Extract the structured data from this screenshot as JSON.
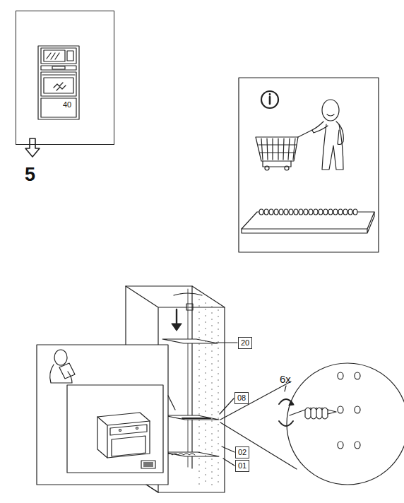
{
  "diagram": {
    "nodes": [
      {
        "text": [
          "40"
        ]
      },
      {
        "text": [
          "20"
        ]
      },
      {
        "text": [
          "08"
        ]
      },
      {
        "text": [
          "02"
        ]
      },
      {
        "text": [
          "01"
        ]
      }
    ],
    "labels": [
      "5",
      "6x"
    ]
  }
}
